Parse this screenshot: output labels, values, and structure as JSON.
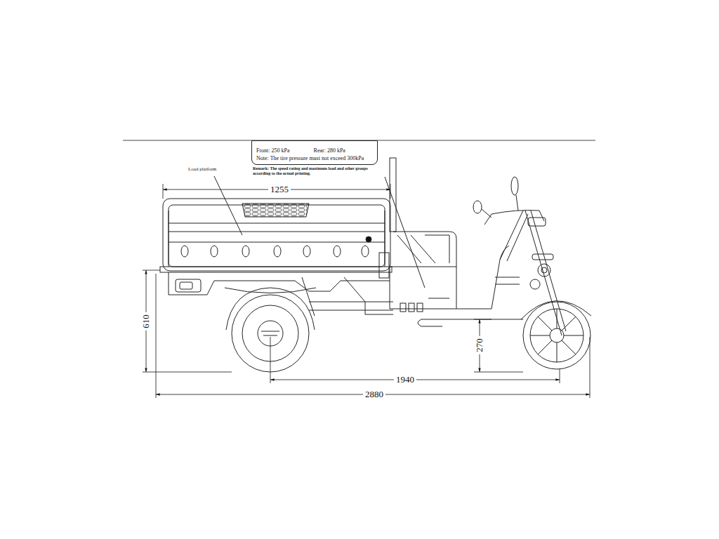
{
  "diagram": {
    "nodes": [
      {
        "text": [
          "Front: 250 kPa",
          "Rear: 280 kPa",
          "Note: The tire pressure must not exceed 300kPa"
        ]
      }
    ],
    "labels": [
      "Remark: The speed rating and maximum load and other groups according to the actual printing.",
      "Load platform",
      "1255",
      "610",
      "270",
      "1940",
      "2880"
    ]
  }
}
